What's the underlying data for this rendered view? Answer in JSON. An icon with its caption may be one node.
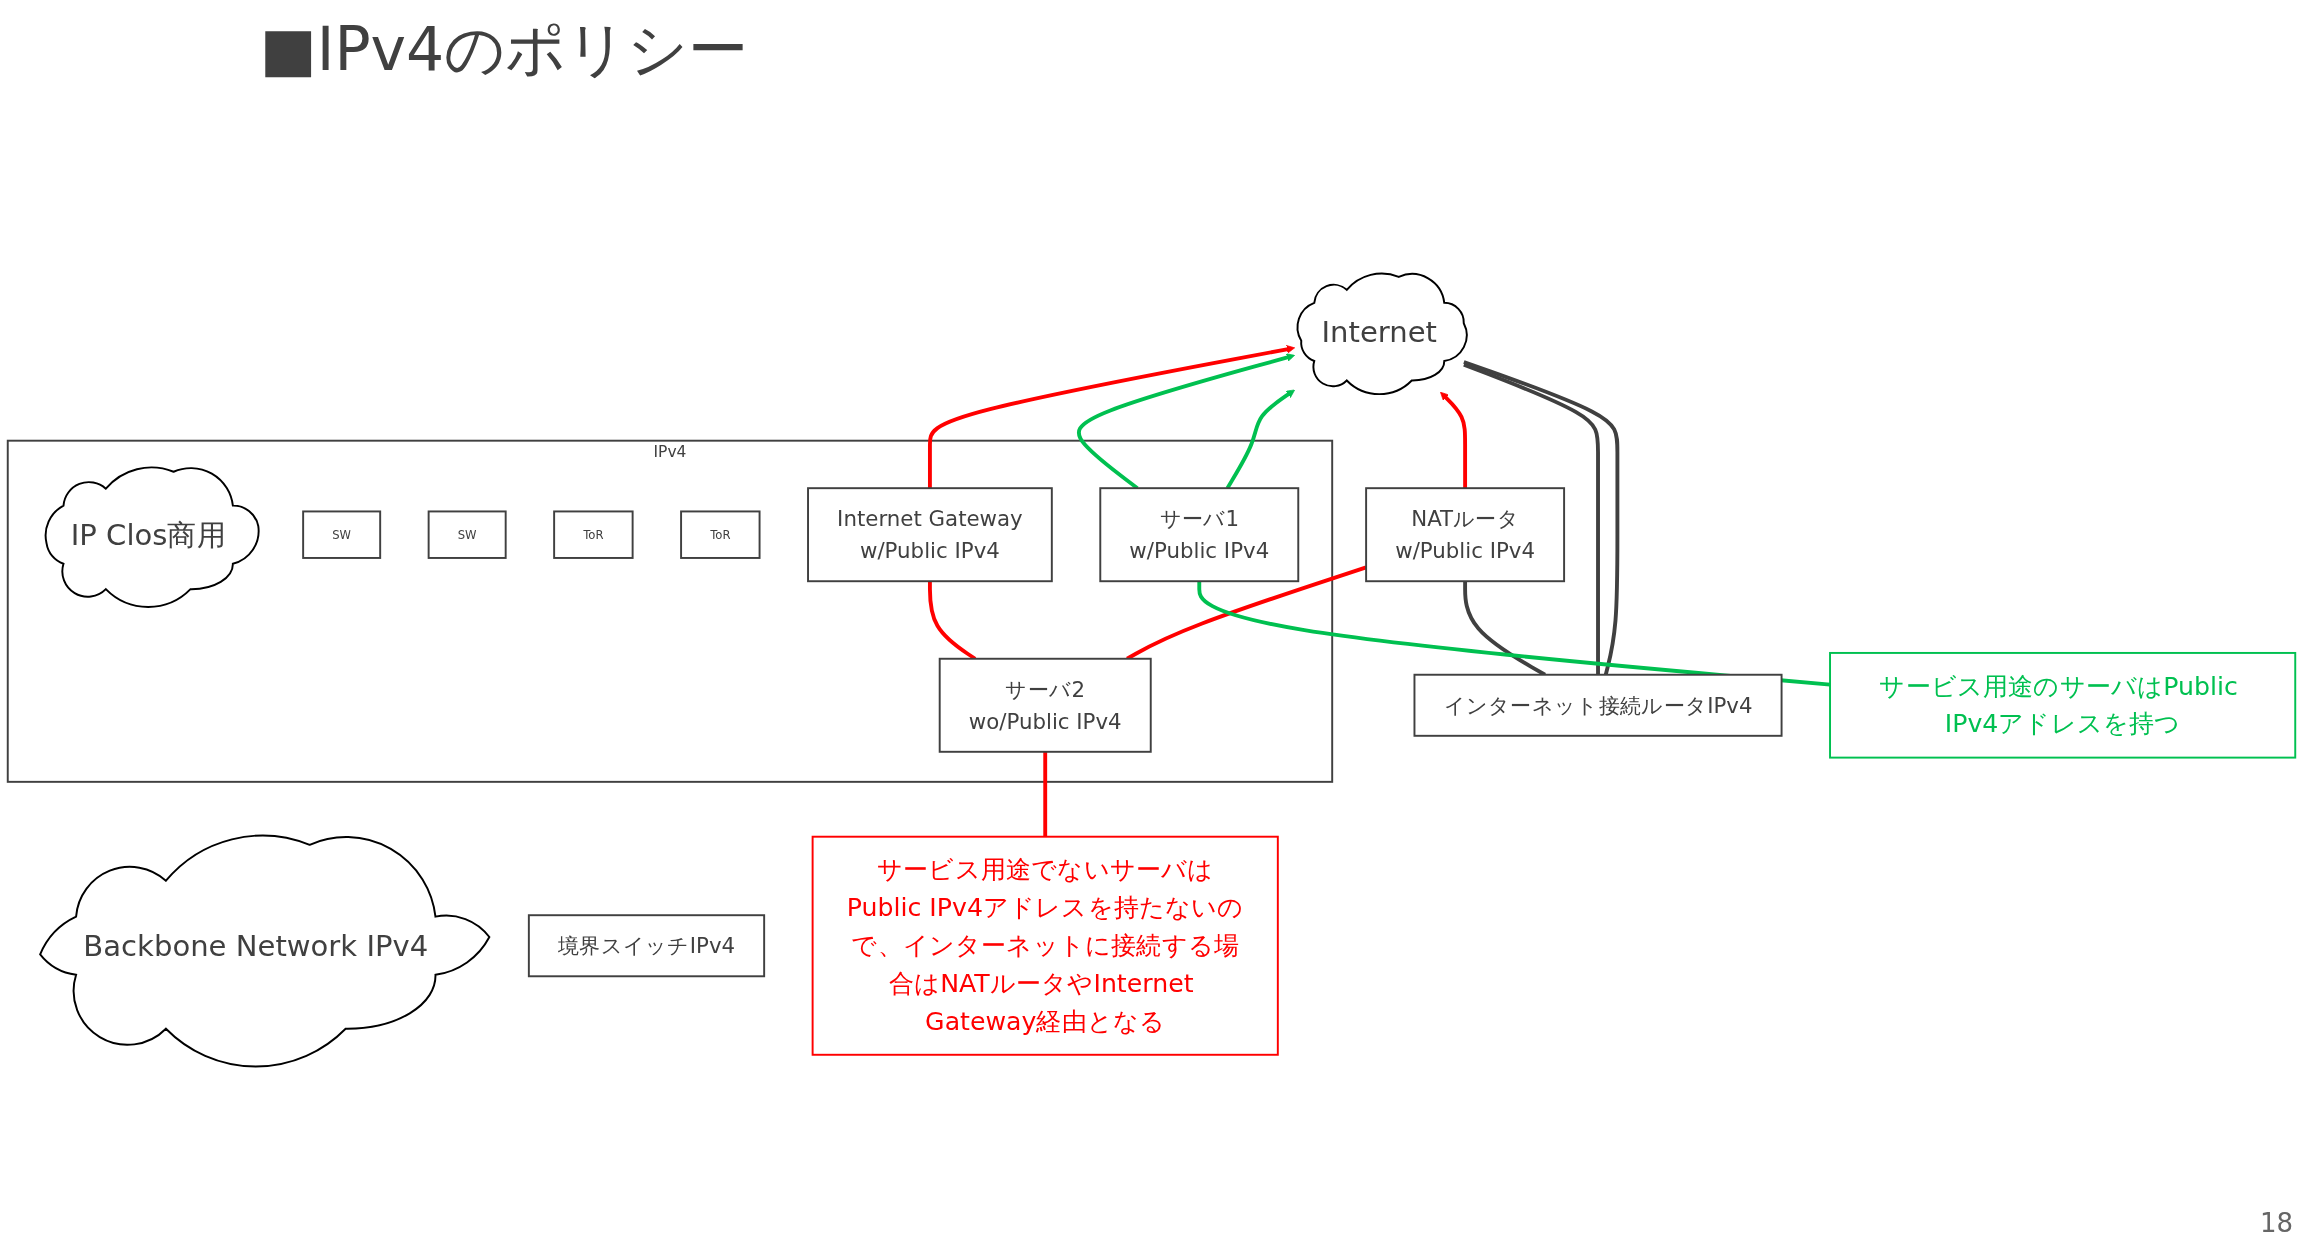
{
  "diagram": {
    "title": "■IPv4のポリシー",
    "nodes": [
      {
        "text": [
          "Internet"
        ]
      },
      {
        "text": [
          "Backbone Network IPv4"
        ]
      },
      {
        "text": [
          "インターネット接続ルータIPv4"
        ]
      },
      {
        "text": [
          "NATルータ",
          "w/Public IPv4"
        ]
      },
      {
        "text": [
          "境界スイッチIPv4"
        ]
      },
      {
        "text": [
          "IPv4"
        ]
      },
      {
        "text": [
          "IP Clos商用"
        ],
        "in": 5
      },
      {
        "text": [
          "SW"
        ],
        "in": 5
      },
      {
        "text": [
          "SW"
        ],
        "in": 5
      },
      {
        "text": [
          "ToR"
        ],
        "in": 5
      },
      {
        "text": [
          "ToR"
        ],
        "in": 5
      },
      {
        "text": [
          "Internet Gateway",
          "w/Public IPv4"
        ],
        "in": 5
      },
      {
        "text": [
          "サーバ1",
          "w/Public IPv4"
        ],
        "in": 5
      },
      {
        "text": [
          "サーバ2",
          "wo/Public IPv4"
        ],
        "in": 5
      },
      {
        "text": [
          "サービス用途のサーバはPublic IPv4アドレスを持つ"
        ]
      },
      {
        "text": [
          "サービス用途でないサーバはPublic IPv4アドレスを持たないので、インターネットに接続する場合はNATルータやInternet Gateway経由となる"
        ]
      }
    ],
    "edges": [
      {
        "from": 2,
        "to": 0,
        "arrow": "none",
        "color": "#404040"
      },
      {
        "from": 2,
        "to": 0,
        "arrow": "none",
        "color": "#404040"
      },
      {
        "from": 2,
        "to": 3,
        "arrow": "none",
        "color": "#404040"
      },
      {
        "from": 12,
        "to": 0,
        "arrow": "to",
        "color": "#00c050"
      },
      {
        "from": 12,
        "to": 0,
        "arrow": "to",
        "color": "#00c050"
      },
      {
        "from": 13,
        "to": 3,
        "arrow": "none",
        "color": "#ff0000"
      },
      {
        "from": 3,
        "to": 0,
        "arrow": "to",
        "color": "#ff0000"
      },
      {
        "from": 13,
        "to": 11,
        "arrow": "none",
        "color": "#ff0000"
      },
      {
        "from": 11,
        "to": 0,
        "arrow": "to",
        "color": "#ff0000"
      },
      {
        "from": 14,
        "to": 12,
        "arrow": "none",
        "color": "#00c050"
      },
      {
        "from": 15,
        "to": 13,
        "arrow": "none",
        "color": "#ff0000"
      }
    ],
    "labels": [
      "18"
    ]
  }
}
